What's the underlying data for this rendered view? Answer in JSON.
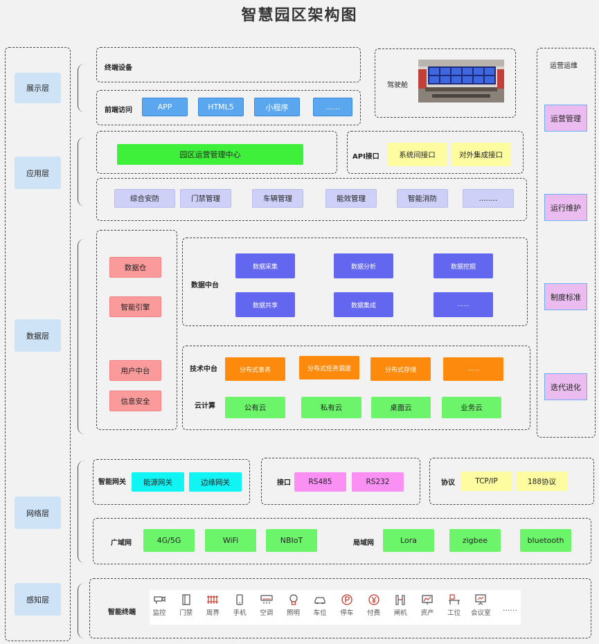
{
  "title": "智慧园区架构图",
  "layers": {
    "display": "展示层",
    "application": "应用层",
    "data": "数据层",
    "network": "网络层",
    "sensing": "感知层"
  },
  "display": {
    "terminal_devices": "终端设备",
    "frontend_access": "前端访问",
    "access_items": [
      "APP",
      "HTML5",
      "小程序",
      "......"
    ],
    "cockpit": "驾驶舱"
  },
  "application": {
    "center": "园区运营管理中心",
    "api_label": "API接口",
    "api_items": [
      "系统间接口",
      "对外集成接口"
    ],
    "modules": [
      "综合安防",
      "门禁管理",
      "车辆管理",
      "能效管理",
      "智能消防",
      "........"
    ]
  },
  "data": {
    "left_items": [
      "数据仓",
      "智能引擎",
      "用户中台",
      "信息安全"
    ],
    "data_platform_label": "数据中台",
    "data_platform_items": [
      "数据采集",
      "数据分析",
      "数据挖掘",
      "数据共享",
      "数据集成",
      "......"
    ],
    "tech_platform_label": "技术中台",
    "tech_items": [
      "分布式事务",
      "分布式任务调度",
      "分布式存储",
      "......"
    ],
    "cloud_label": "云计算",
    "cloud_items": [
      "公有云",
      "私有云",
      "桌面云",
      "业务云"
    ]
  },
  "ops": {
    "title": "运营运维",
    "items": [
      "运营管理",
      "运行维护",
      "制度标准",
      "迭代进化"
    ]
  },
  "network": {
    "gateway_label": "智能网关",
    "gateway_items": [
      "能源网关",
      "边缘网关"
    ],
    "interface_label": "接口",
    "interface_items": [
      "RS485",
      "RS232"
    ],
    "protocol_label": "协议",
    "protocol_items": [
      "TCP/IP",
      "188协议"
    ],
    "wan_label": "广域网",
    "wan_items": [
      "4G/5G",
      "WiFi",
      "NBIoT"
    ],
    "lan_label": "局域网",
    "lan_items": [
      "Lora",
      "zigbee",
      "bluetooth"
    ]
  },
  "sensing": {
    "label": "智能终端",
    "items": [
      {
        "label": "监控",
        "icon": "camera-icon"
      },
      {
        "label": "门禁",
        "icon": "door-icon"
      },
      {
        "label": "周界",
        "icon": "fence-icon"
      },
      {
        "label": "手机",
        "icon": "phone-icon"
      },
      {
        "label": "空调",
        "icon": "air-conditioner-icon"
      },
      {
        "label": "照明",
        "icon": "bulb-icon"
      },
      {
        "label": "车位",
        "icon": "car-icon"
      },
      {
        "label": "停车",
        "icon": "parking-icon"
      },
      {
        "label": "付费",
        "icon": "yen-icon"
      },
      {
        "label": "闸机",
        "icon": "gate-icon"
      },
      {
        "label": "资产",
        "icon": "monitor-icon"
      },
      {
        "label": "工位",
        "icon": "desk-icon"
      },
      {
        "label": "会议室",
        "icon": "presentation-icon"
      }
    ],
    "more": "......"
  }
}
